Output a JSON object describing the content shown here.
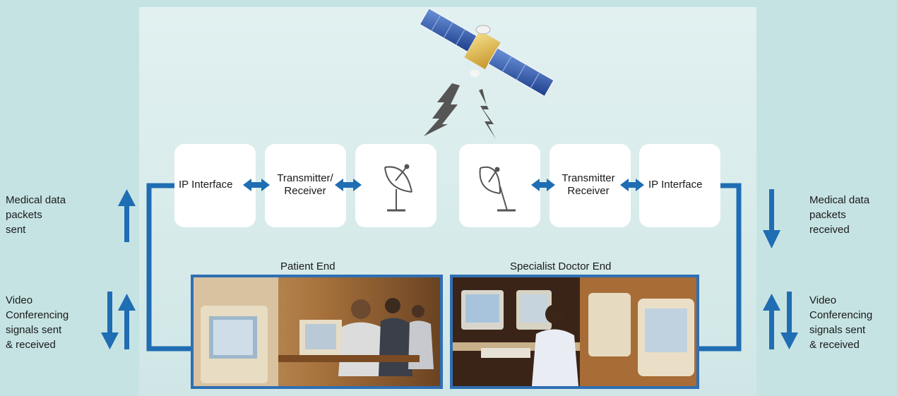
{
  "colors": {
    "background": "#c6e3e3",
    "panel": "#e2f0f0",
    "box": "#ffffff",
    "link": "#1f6db3",
    "frame": "#2f6fb3"
  },
  "left": {
    "data_label": [
      "Medical data",
      "packets",
      "sent"
    ],
    "video_label": [
      "Video",
      "Conferencing",
      "signals sent",
      "& received"
    ]
  },
  "right": {
    "data_label": [
      "Medical data",
      "packets",
      "received"
    ],
    "video_label": [
      "Video",
      "Conferencing",
      "signals sent",
      "& received"
    ]
  },
  "boxes": {
    "ip_left": "IP Interface",
    "tx_left": [
      "Transmitter/",
      "Receiver"
    ],
    "tx_right": [
      "Transmitter",
      "Receiver"
    ],
    "ip_right": "IP Interface"
  },
  "ends": {
    "patient": "Patient End",
    "doctor": "Specialist Doctor End"
  },
  "icons": {
    "satellite": "satellite-icon",
    "dish": "satellite-dish-icon",
    "lightning": "lightning-bolt-icon"
  }
}
